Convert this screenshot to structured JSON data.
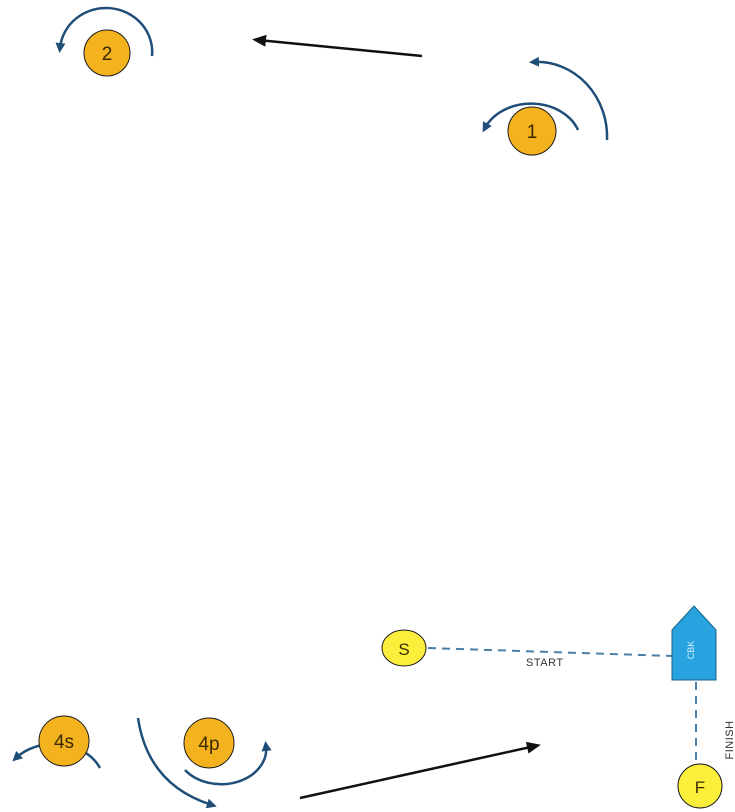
{
  "marks": {
    "mark_1": "1",
    "mark_2": "2",
    "mark_4s": "4s",
    "mark_4p": "4p",
    "start_pin": "S",
    "finish_pin": "F"
  },
  "lines": {
    "start": "START",
    "finish": "FINISH"
  },
  "committee_boat": {
    "label": "CBK"
  },
  "colors": {
    "mark_fill": "#f5b21f",
    "pin_fill": "#fbef3c",
    "arrow": "#1f4e79",
    "line": "#4a7fa8",
    "boat": "#29a3e0"
  }
}
